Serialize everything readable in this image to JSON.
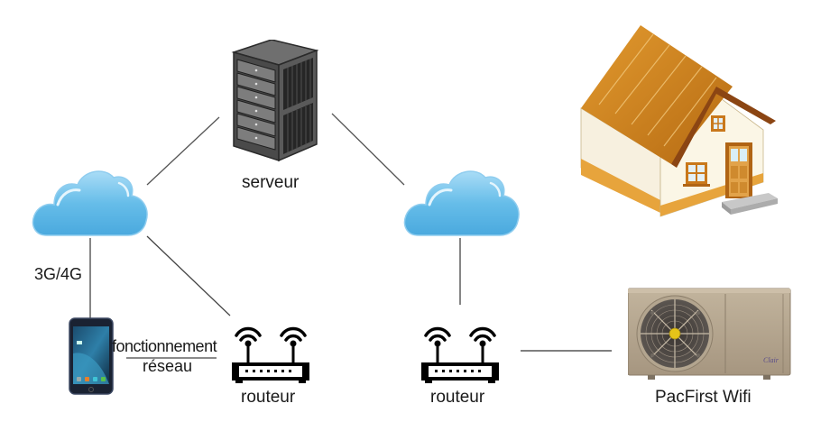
{
  "diagram": {
    "nodes": {
      "server": {
        "label": "serveur",
        "icon": "server-rack-icon"
      },
      "cloud_left": {
        "icon": "cloud-icon"
      },
      "cloud_right": {
        "icon": "cloud-icon"
      },
      "smartphone": {
        "icon": "smartphone-icon"
      },
      "router_left": {
        "label": "routeur",
        "icon": "wifi-router-icon"
      },
      "router_right": {
        "label": "routeur",
        "icon": "wifi-router-icon"
      },
      "house": {
        "icon": "house-icon"
      },
      "heat_pump": {
        "label": "PacFirst Wifi",
        "icon": "heat-pump-icon"
      }
    },
    "edge_labels": {
      "mobile_network": "3G/4G",
      "local_network_line1": "fonctionnement",
      "local_network_line2": "réseau"
    },
    "edges": [
      {
        "from": "cloud_left",
        "to": "server"
      },
      {
        "from": "server",
        "to": "cloud_right"
      },
      {
        "from": "cloud_left",
        "to": "smartphone",
        "label": "3G/4G"
      },
      {
        "from": "cloud_left",
        "to": "router_left"
      },
      {
        "from": "smartphone",
        "to": "router_left",
        "label": "fonctionnement réseau"
      },
      {
        "from": "cloud_right",
        "to": "router_right"
      },
      {
        "from": "router_right",
        "to": "heat_pump"
      }
    ],
    "colors": {
      "line": "#444444",
      "cloud": "#5ab2e3",
      "roof": "#d98a22",
      "wall": "#fbf3dc",
      "heat_pump_body": "#b3a48d",
      "server_body": "#3c3c3c"
    }
  }
}
